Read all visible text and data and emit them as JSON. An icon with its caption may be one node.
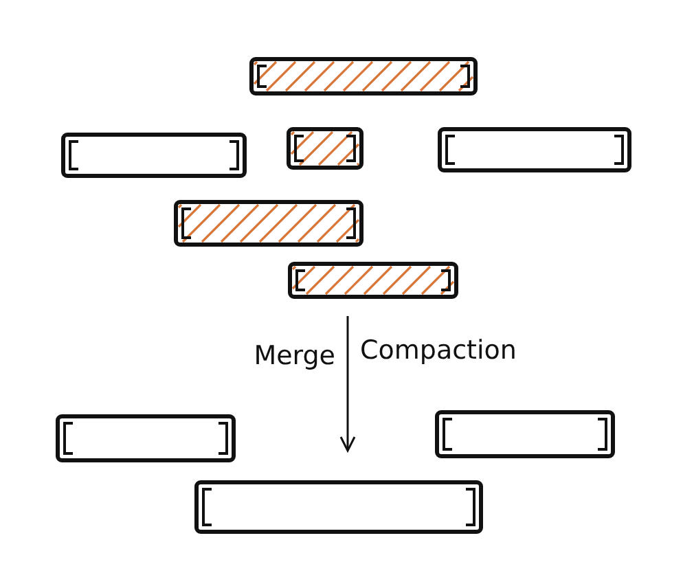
{
  "diagram": {
    "nodes": [
      {
        "text": [],
        "shape": "bar"
      },
      {
        "text": [],
        "shape": "bar"
      },
      {
        "text": [],
        "shape": "bar"
      },
      {
        "text": [],
        "shape": "bar"
      },
      {
        "text": [],
        "shape": "bar"
      },
      {
        "text": [],
        "shape": "bar"
      },
      {
        "text": [],
        "shape": "bar"
      },
      {
        "text": [],
        "shape": "bar"
      },
      {
        "text": [],
        "shape": "bar"
      }
    ],
    "labels": [
      "Merge",
      "Compaction"
    ]
  }
}
